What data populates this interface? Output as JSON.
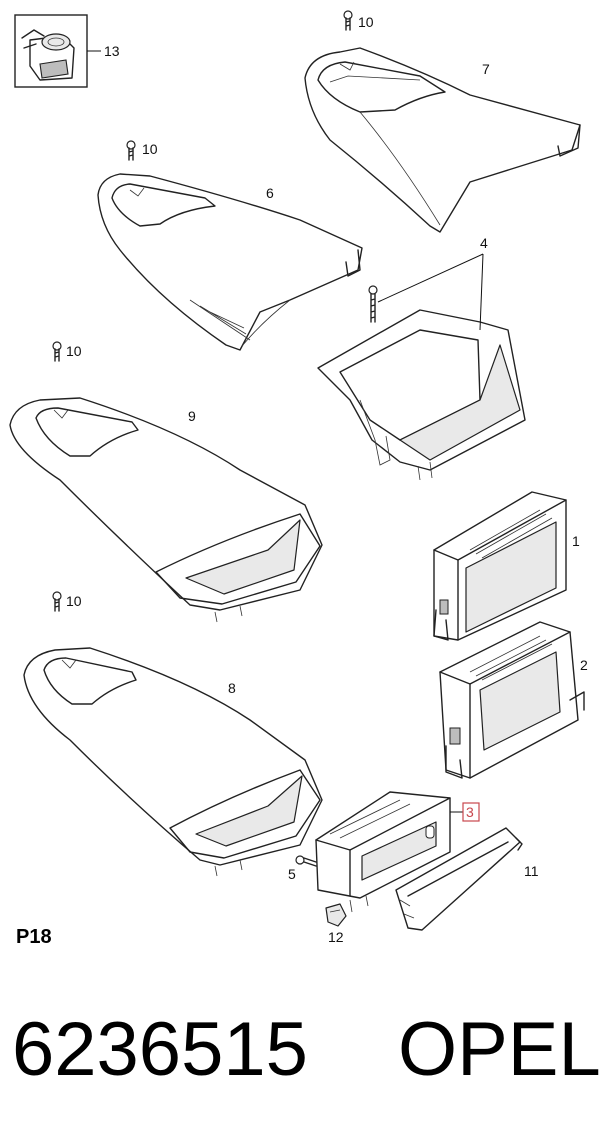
{
  "labels": {
    "screw_label_top": "10",
    "screw_label_upper": "10",
    "screw_label_mid": "10",
    "screw_label_lower": "10",
    "bezel_upper_right": "7",
    "bezel_upper_left": "6",
    "bracket": "4",
    "bezel_mid": "9",
    "bezel_lower": "8",
    "display_unit_1": "1",
    "display_unit_2": "2",
    "control_unit": "3",
    "screw_small": "5",
    "cover": "11",
    "clip": "12",
    "sensor": "13"
  },
  "sheet_code": "P18",
  "footer": {
    "part_number": "6236515",
    "brand": "OPEL"
  },
  "colors": {
    "highlight": "#c8464d",
    "line": "#222222"
  }
}
